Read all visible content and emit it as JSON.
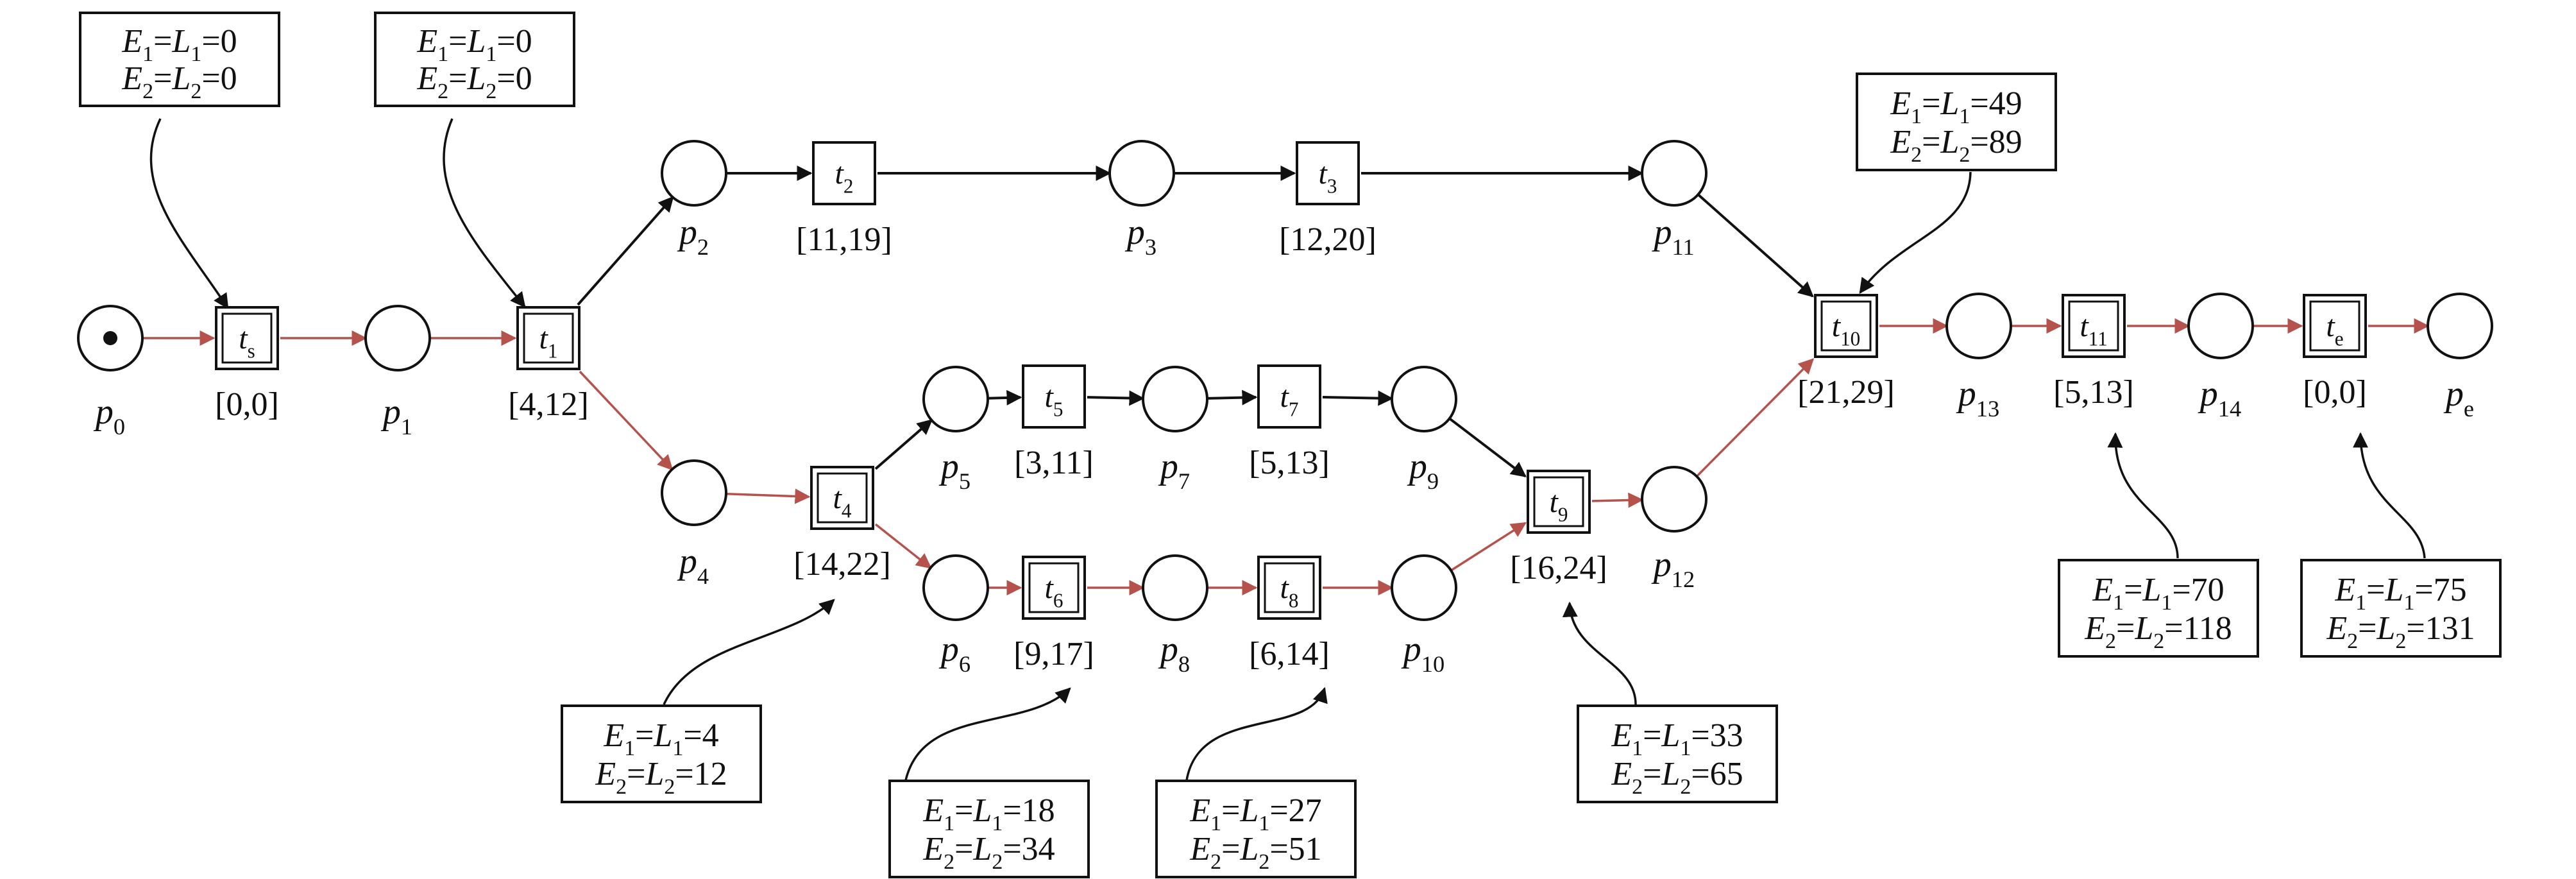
{
  "colors": {
    "critical": "#b5524c",
    "normal": "#111111"
  },
  "places": [
    {
      "id": "p0",
      "name": "p",
      "sub": "0",
      "marked": true
    },
    {
      "id": "p1",
      "name": "p",
      "sub": "1"
    },
    {
      "id": "p2",
      "name": "p",
      "sub": "2"
    },
    {
      "id": "p3",
      "name": "p",
      "sub": "3"
    },
    {
      "id": "p4",
      "name": "p",
      "sub": "4"
    },
    {
      "id": "p5",
      "name": "p",
      "sub": "5"
    },
    {
      "id": "p6",
      "name": "p",
      "sub": "6"
    },
    {
      "id": "p7",
      "name": "p",
      "sub": "7"
    },
    {
      "id": "p8",
      "name": "p",
      "sub": "8"
    },
    {
      "id": "p9",
      "name": "p",
      "sub": "9"
    },
    {
      "id": "p10",
      "name": "p",
      "sub": "10"
    },
    {
      "id": "p11",
      "name": "p",
      "sub": "11"
    },
    {
      "id": "p12",
      "name": "p",
      "sub": "12"
    },
    {
      "id": "p13",
      "name": "p",
      "sub": "13"
    },
    {
      "id": "p14",
      "name": "p",
      "sub": "14"
    },
    {
      "id": "pe",
      "name": "p",
      "sub": "e"
    }
  ],
  "transitions": [
    {
      "id": "ts",
      "name": "t",
      "sub": "s",
      "interval": "[0,0]",
      "critical": true
    },
    {
      "id": "t1",
      "name": "t",
      "sub": "1",
      "interval": "[4,12]",
      "critical": true
    },
    {
      "id": "t2",
      "name": "t",
      "sub": "2",
      "interval": "[11,19]",
      "critical": false
    },
    {
      "id": "t3",
      "name": "t",
      "sub": "3",
      "interval": "[12,20]",
      "critical": false
    },
    {
      "id": "t4",
      "name": "t",
      "sub": "4",
      "interval": "[14,22]",
      "critical": true
    },
    {
      "id": "t5",
      "name": "t",
      "sub": "5",
      "interval": "[3,11]",
      "critical": false
    },
    {
      "id": "t6",
      "name": "t",
      "sub": "6",
      "interval": "[9,17]",
      "critical": true
    },
    {
      "id": "t7",
      "name": "t",
      "sub": "7",
      "interval": "[5,13]",
      "critical": false
    },
    {
      "id": "t8",
      "name": "t",
      "sub": "8",
      "interval": "[6,14]",
      "critical": true
    },
    {
      "id": "t9",
      "name": "t",
      "sub": "9",
      "interval": "[16,24]",
      "critical": true
    },
    {
      "id": "t10",
      "name": "t",
      "sub": "10",
      "interval": "[21,29]",
      "critical": true
    },
    {
      "id": "t11",
      "name": "t",
      "sub": "11",
      "interval": "[5,13]",
      "critical": true
    },
    {
      "id": "te",
      "name": "t",
      "sub": "e",
      "interval": "[0,0]",
      "critical": true
    }
  ],
  "arcs": [
    {
      "from": "p0",
      "to": "ts",
      "critical": true
    },
    {
      "from": "ts",
      "to": "p1",
      "critical": true
    },
    {
      "from": "p1",
      "to": "t1",
      "critical": true
    },
    {
      "from": "t1",
      "to": "p2",
      "critical": false
    },
    {
      "from": "t1",
      "to": "p4",
      "critical": true
    },
    {
      "from": "p2",
      "to": "t2",
      "critical": false
    },
    {
      "from": "t2",
      "to": "p3",
      "critical": false
    },
    {
      "from": "p3",
      "to": "t3",
      "critical": false
    },
    {
      "from": "t3",
      "to": "p11",
      "critical": false
    },
    {
      "from": "p4",
      "to": "t4",
      "critical": true
    },
    {
      "from": "t4",
      "to": "p5",
      "critical": false
    },
    {
      "from": "t4",
      "to": "p6",
      "critical": true
    },
    {
      "from": "p5",
      "to": "t5",
      "critical": false
    },
    {
      "from": "t5",
      "to": "p7",
      "critical": false
    },
    {
      "from": "p7",
      "to": "t7",
      "critical": false
    },
    {
      "from": "t7",
      "to": "p9",
      "critical": false
    },
    {
      "from": "p9",
      "to": "t9",
      "critical": false
    },
    {
      "from": "p6",
      "to": "t6",
      "critical": true
    },
    {
      "from": "t6",
      "to": "p8",
      "critical": true
    },
    {
      "from": "p8",
      "to": "t8",
      "critical": true
    },
    {
      "from": "t8",
      "to": "p10",
      "critical": true
    },
    {
      "from": "p10",
      "to": "t9",
      "critical": true
    },
    {
      "from": "t9",
      "to": "p12",
      "critical": true
    },
    {
      "from": "p11",
      "to": "t10",
      "critical": false
    },
    {
      "from": "p12",
      "to": "t10",
      "critical": true
    },
    {
      "from": "t10",
      "to": "p13",
      "critical": true
    },
    {
      "from": "p13",
      "to": "t11",
      "critical": true
    },
    {
      "from": "t11",
      "to": "p14",
      "critical": true
    },
    {
      "from": "p14",
      "to": "te",
      "critical": true
    },
    {
      "from": "te",
      "to": "pe",
      "critical": true
    }
  ],
  "annotations": [
    {
      "target": "ts",
      "E1": "0",
      "E2": "0"
    },
    {
      "target": "t1",
      "E1": "0",
      "E2": "0"
    },
    {
      "target": "t10",
      "E1": "49",
      "E2": "89"
    },
    {
      "target": "t4",
      "E1": "4",
      "E2": "12"
    },
    {
      "target": "t6",
      "E1": "18",
      "E2": "34"
    },
    {
      "target": "t8",
      "E1": "27",
      "E2": "51"
    },
    {
      "target": "t9",
      "E1": "33",
      "E2": "65"
    },
    {
      "target": "t11",
      "E1": "70",
      "E2": "118"
    },
    {
      "target": "te",
      "E1": "75",
      "E2": "131"
    }
  ]
}
